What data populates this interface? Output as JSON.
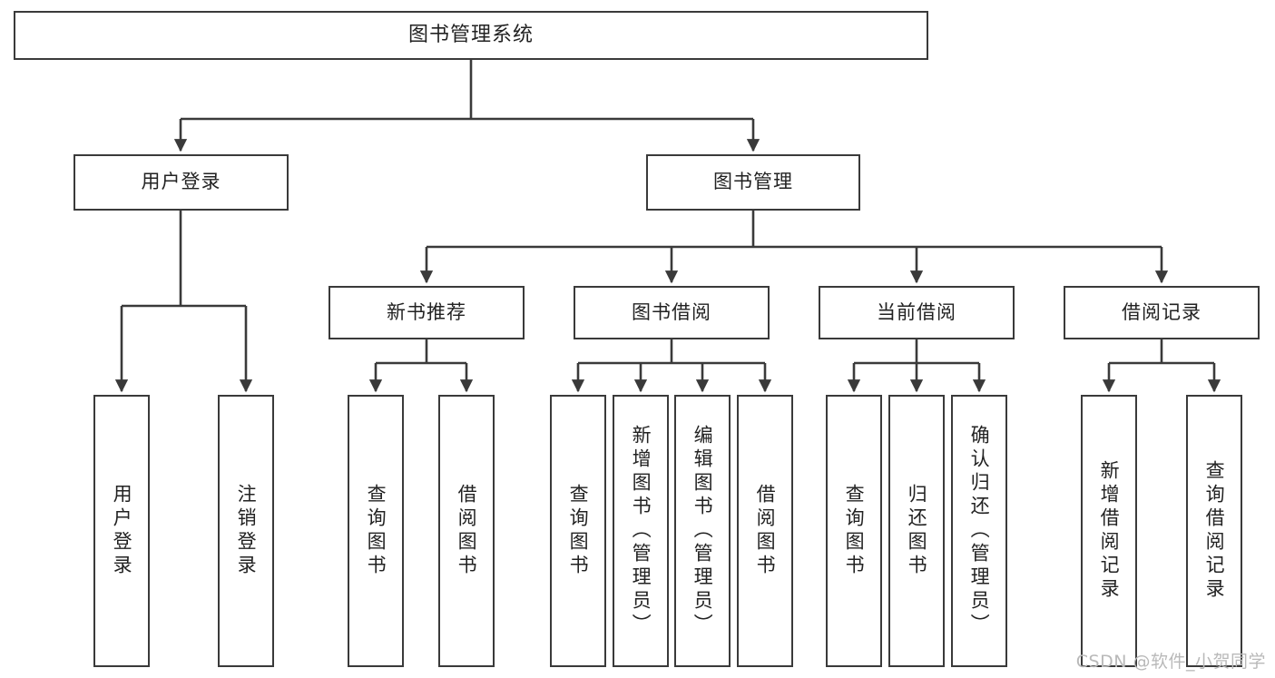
{
  "diagram": {
    "title": "图书管理系统",
    "type": "tree-hierarchy",
    "watermark": "CSDN @软件_小贺同学",
    "colors": {
      "stroke": "#3a3a3a",
      "fill": "#ffffff",
      "text": "#222222",
      "watermark": "#b9b9b9"
    },
    "root": {
      "label": "图书管理系统"
    },
    "level2": [
      {
        "label": "用户登录"
      },
      {
        "label": "图书管理"
      }
    ],
    "level3": [
      {
        "label": "新书推荐"
      },
      {
        "label": "图书借阅"
      },
      {
        "label": "当前借阅"
      },
      {
        "label": "借阅记录"
      }
    ],
    "leaves_user_login": [
      {
        "label": "用户登录"
      },
      {
        "label": "注销登录"
      }
    ],
    "leaves_new_book": [
      {
        "label": "查询图书"
      },
      {
        "label": "借阅图书"
      }
    ],
    "leaves_book_borrow": [
      {
        "label": "查询图书"
      },
      {
        "label": "新增图书（管理员）"
      },
      {
        "label": "编辑图书（管理员）"
      },
      {
        "label": "借阅图书"
      }
    ],
    "leaves_current_borrow": [
      {
        "label": "查询图书"
      },
      {
        "label": "归还图书"
      },
      {
        "label": "确认归还（管理员）"
      }
    ],
    "leaves_borrow_record": [
      {
        "label": "新增借阅记录"
      },
      {
        "label": "查询借阅记录"
      }
    ]
  }
}
